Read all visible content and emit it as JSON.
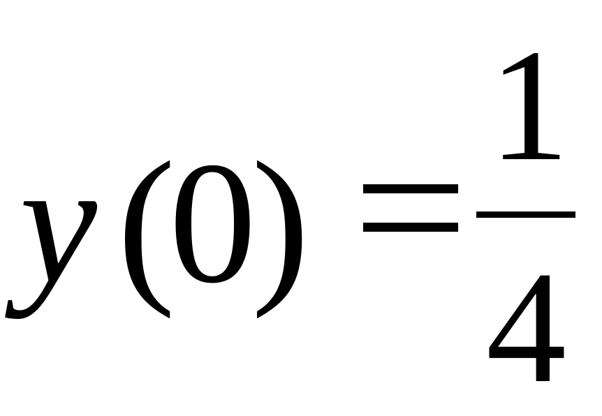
{
  "equation": {
    "variable": "y",
    "open_paren": "(",
    "argument": "0",
    "close_paren": ")",
    "numerator": "1",
    "denominator": "4"
  }
}
